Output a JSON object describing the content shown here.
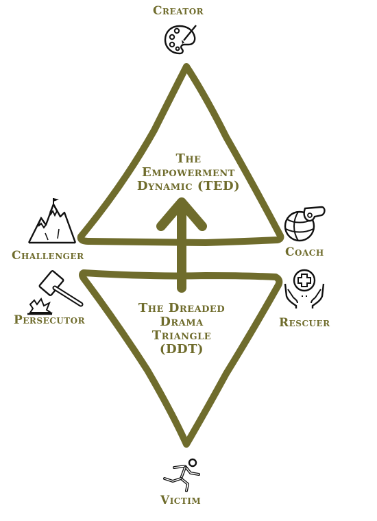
{
  "diagram": {
    "accent_color": "#6f6c2c",
    "top_triangle": {
      "title_lines": [
        "The",
        "Empowerment",
        "Dynamic (TED)"
      ]
    },
    "bottom_triangle": {
      "title_lines": [
        "The Dreaded",
        "Drama",
        "Triangle",
        "(DDT)"
      ]
    },
    "roles": {
      "creator": "Creator",
      "challenger": "Challenger",
      "coach": "Coach",
      "persecutor": "Persecutor",
      "rescuer": "Rescuer",
      "victim": "Victim"
    },
    "icons": {
      "creator": "palette-icon",
      "challenger": "mountain-flag-icon",
      "coach": "whistle-ball-icon",
      "persecutor": "gavel-icon",
      "rescuer": "hands-medical-cross-icon",
      "victim": "running-person-icon"
    }
  }
}
